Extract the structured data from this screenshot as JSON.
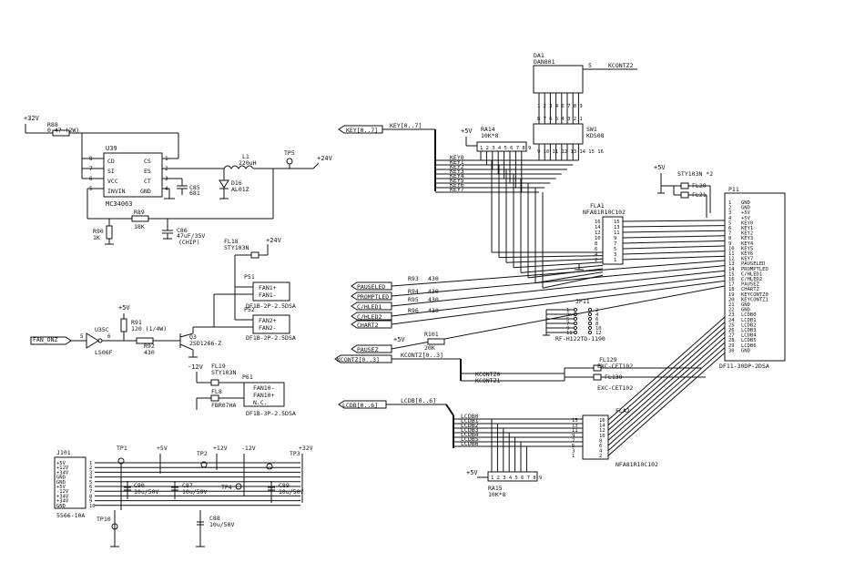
{
  "power": {
    "p32_top": "+32V",
    "p24_out": "+24V",
    "p24_fan": "+24V",
    "p5_q": "+5V",
    "p5_ra14": "+5V",
    "p5_p11": "+5V",
    "p5_ra15": "+5V",
    "p5_r101": "+5V",
    "m12_fl19": "-12V"
  },
  "reg": {
    "r88": "R88",
    "r88_val": "0.47 (2W)",
    "u39": "U39",
    "u39_part": "MC34063",
    "u39_pins": [
      "CD",
      "SI",
      "VCC",
      "INVIN",
      "CS",
      "ES",
      "CT",
      "GND"
    ],
    "u39_pinnums": [
      "8",
      "7",
      "6",
      "5",
      "1",
      "2",
      "3",
      "4"
    ],
    "c85": "C85",
    "c85_val": "681",
    "l1": "L1",
    "l1_val": "220uH",
    "d16": "D16",
    "d16_part": "AL01Z",
    "tp5": "TP5",
    "r89": "R89",
    "r89_val": "18K",
    "r90": "R90",
    "r90_val": "1K",
    "c86": "C86",
    "c86_val": "47uF/35V",
    "c86_note": "(CHIP)"
  },
  "fan": {
    "fl18": "FL18",
    "fl18_part": "STY103N",
    "p51": "P51",
    "p51_pins": [
      "FAN1+",
      "FAN1-"
    ],
    "p51_part": "DF1B-2P-2.5DSA",
    "p52": "P52",
    "p52_pins": [
      "FAN2+",
      "FAN2-"
    ],
    "p52_part": "DF1B-2P-2.5DSA",
    "p61": "P61",
    "p61_pins": [
      "FAN10-",
      "FAN10+",
      "N.C."
    ],
    "p61_part": "DF1B-3P-2.5DSA",
    "fl19": "FL19",
    "fl19_part": "STY103N",
    "fl8": "FL8",
    "fl8_part": "FBR07HA",
    "fan_onz": "FAN_ONZ",
    "u35c": "U35C",
    "u35c_part": "LS06F",
    "u35c_in": "5",
    "u35c_out": "6",
    "r91": "R91",
    "r91_val": "120 (1/4W)",
    "r92": "R92",
    "r92_val": "430",
    "q3": "Q3",
    "q3_part": "2SD1266-Z"
  },
  "power_conn": {
    "j101": "J101",
    "j101_part": "5566-10A",
    "pins": [
      "+5V",
      "+12V",
      "+34V",
      "GND",
      "GND",
      "+5V",
      "-12V",
      "+34V",
      "+34V",
      "GND"
    ],
    "pinnums": [
      "1",
      "2",
      "3",
      "4",
      "5",
      "6",
      "7",
      "8",
      "9",
      "10"
    ],
    "tp1": "TP1",
    "tp2": "TP2",
    "tp3": "TP3",
    "tp4": "TP4",
    "tp10": "TP10",
    "v5": "+5V",
    "v12": "+12V",
    "vm12": "-12V",
    "v32": "+32V",
    "c90": "C90",
    "c90_val": "10u/50V",
    "c87": "C87",
    "c87_val": "10u/50V",
    "c89": "C89",
    "c89_val": "10u/50V",
    "c88": "C88",
    "c88_val": "10u/50V"
  },
  "dip": {
    "da1": "DA1",
    "da1_part": "DAN801",
    "da1_pin5": "5",
    "kcontz2": "KCONTZ2",
    "da1_pins": "1 2 3 4 6 7 8 9",
    "sw1": "SW1",
    "sw1_part": "KDS08",
    "sw1_top": "8 7 6 5 4 3 2 1",
    "sw1_bot": "9 10 11 12 13 14 15 16",
    "ra14": "RA14",
    "ra14_val": "10K*8",
    "ra14_pins": "1 2 3 4 5 6 7 8 9"
  },
  "keys": {
    "bus_port": "KEY[0..7]",
    "bus_label": "KEY[0..7]",
    "names": [
      "KEY0",
      "KEY1",
      "KEY2",
      "KEY3",
      "KEY4",
      "KEY5",
      "KEY6",
      "KEY7"
    ]
  },
  "fla1": {
    "name": "FLA1",
    "part": "NFA81R10C102",
    "left": [
      "16",
      "14",
      "12",
      "10",
      "8",
      "6",
      "4",
      "2"
    ],
    "right": [
      "15",
      "13",
      "11",
      "9",
      "7",
      "5",
      "3",
      "1"
    ]
  },
  "leds": {
    "ports": [
      "PAUSELED",
      "PROMPTLED",
      "C/HLED1",
      "C/HLED2",
      "CHART2",
      "PAUSEZ"
    ],
    "r93": "R93",
    "r93_val": "430",
    "r94": "R94",
    "r94_val": "430",
    "r95": "R95",
    "r95_val": "430",
    "r96": "R96",
    "r96_val": "430",
    "r101": "R101",
    "r101_val": "20K"
  },
  "jp11": {
    "name": "JP11",
    "part": "RF-H122TD-1190",
    "left": [
      "1",
      "3",
      "5",
      "7",
      "9",
      "11"
    ],
    "right": [
      "2",
      "4",
      "6",
      "8",
      "10",
      "12"
    ]
  },
  "kcont": {
    "port": "KCONTZ[0..3]",
    "bus_label": "KCONTZ[0..3]",
    "k0": "KCONTZ0",
    "k1": "KCONTZ1",
    "fl129": "FL129",
    "fl130": "FL130",
    "fl_part": "EXC-CET102"
  },
  "p11": {
    "name": "P11",
    "part": "DF11-30DP-2DSA",
    "fl20": "FL20",
    "fl21": "FL21",
    "fl_part": "STY103N *2",
    "pinnums": [
      "1",
      "2",
      "3",
      "4",
      "5",
      "6",
      "7",
      "8",
      "9",
      "10",
      "11",
      "12",
      "13",
      "14",
      "15",
      "16",
      "17",
      "18",
      "19",
      "20",
      "21",
      "22",
      "23",
      "24",
      "25",
      "26",
      "27",
      "28",
      "29",
      "30"
    ],
    "signals": [
      "GND",
      "GND",
      "+5V",
      "+5V",
      "KEY0",
      "KEY1",
      "KEY2",
      "KEY3",
      "KEY4",
      "KEY5",
      "KEY6",
      "KEY7",
      "PAUSELED",
      "PROMPTLED",
      "C/HLED1",
      "C/HLED2",
      "PAUSEZ",
      "CHARTZ",
      "KEYCONTZ0",
      "KEYCONTZ1",
      "GND",
      "GND",
      "LCDB0",
      "LCDB1",
      "LCDB2",
      "LCDB3",
      "LCDB4",
      "LCDB5",
      "LCDB6",
      "GND"
    ]
  },
  "lcd": {
    "port": "LCDB[0..6]",
    "bus_label": "LCDB[0..6]",
    "names": [
      "LCDB0",
      "LCDB1",
      "LCDB2",
      "LCDB3",
      "LCDB4",
      "LCDB5",
      "LCDB6"
    ],
    "fla2": "FLA2",
    "fla2_part": "NFA81R10C102",
    "fla2_left": [
      "15",
      "13",
      "11",
      "9",
      "7",
      "5",
      "3",
      "1"
    ],
    "fla2_right": [
      "16",
      "14",
      "12",
      "10",
      "8",
      "6",
      "4",
      "2"
    ],
    "ra15": "RA15",
    "ra15_val": "10K*8",
    "ra15_pins": "1 2 3 4 5 6 7 8 9"
  }
}
